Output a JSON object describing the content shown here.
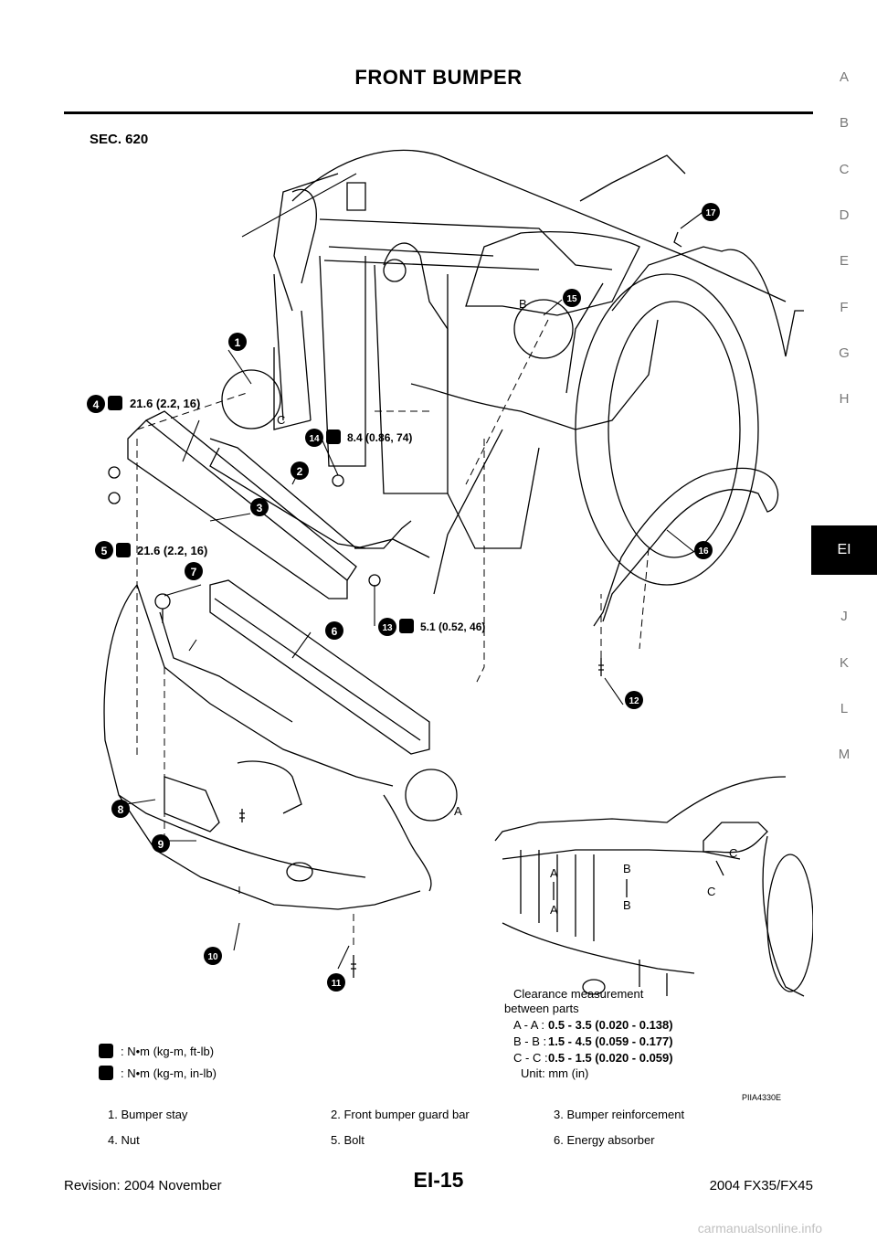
{
  "page": {
    "title": "FRONT BUMPER",
    "page_number": "EI-15",
    "revision": "Revision: 2004 November",
    "model": "2004 FX35/FX45",
    "watermark": "carmanualsonline.info"
  },
  "side_tabs": [
    "A",
    "B",
    "C",
    "D",
    "E",
    "F",
    "G",
    "H",
    "EI",
    "J",
    "K",
    "L",
    "M"
  ],
  "diagram": {
    "section": "SEC. 620",
    "image_code": "PIIA4330E",
    "callouts": [
      "1",
      "2",
      "3",
      "4",
      "5",
      "6",
      "7",
      "8",
      "9",
      "10",
      "11",
      "12",
      "13",
      "14",
      "15",
      "16",
      "17"
    ],
    "torques": {
      "t4": "21.6 (2.2, 16)",
      "t5": "21.6 (2.2, 16)",
      "t14": "8.4 (0.86, 74)",
      "t13": "5.1 (0.52, 46)"
    },
    "view_letters": {
      "b": "B",
      "c": "C",
      "a": "A"
    },
    "legend_units": {
      "ft": ": N•m (kg-m, ft-lb)",
      "in": ": N•m (kg-m, in-lb)"
    },
    "clearance": {
      "title1": "Clearance measurement",
      "title2": "between parts",
      "rows": [
        {
          "pair": "A - A :",
          "value": "0.5 - 3.5 (0.020 - 0.138)"
        },
        {
          "pair": "B - B :",
          "value": "1.5 - 4.5 (0.059 - 0.177)"
        },
        {
          "pair": "C - C :",
          "value": "0.5 - 1.5 (0.020 - 0.059)"
        }
      ],
      "unit": "Unit: mm (in)"
    }
  },
  "parts_legend": [
    [
      "1.  Bumper stay",
      "2.  Front bumper guard bar",
      "3.  Bumper reinforcement"
    ],
    [
      "4.  Nut",
      "5.  Bolt",
      "6.  Energy absorber"
    ]
  ]
}
